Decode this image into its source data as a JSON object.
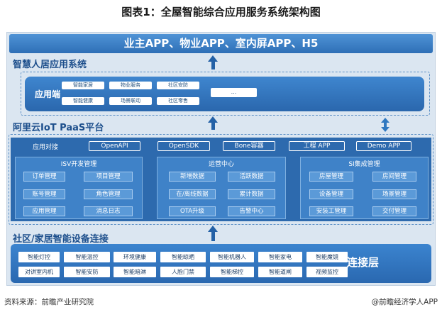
{
  "title": "图表1：全屋智能综合应用服务系统架构图",
  "top_bar": "业主APP、物业APP、室内屏APP、H5",
  "smart_home_label": "智慧人居应用系统",
  "app_layer": {
    "label": "应用端",
    "chips": [
      "智能家居",
      "物业服务",
      "社区安防",
      "智能健康",
      "场景联动",
      "社区零售"
    ],
    "more": "..."
  },
  "paas_label": "阿里云IoT PaaS平台",
  "paas": {
    "row_label": "应用对接",
    "apis": [
      "OpenAPI",
      "OpenSDK",
      "Bone容器",
      "工程 APP",
      "Demo APP"
    ],
    "panels": [
      {
        "title": "ISV开发管理",
        "items": [
          "订单管理",
          "项目管理",
          "账号管理",
          "角色管理",
          "应用管理",
          "消息日志"
        ]
      },
      {
        "title": "运营中心",
        "items": [
          "新增数据",
          "活跃数据",
          "在/离线数据",
          "累计数据",
          "OTA升级",
          "告警中心"
        ]
      },
      {
        "title": "SI集成管理",
        "items": [
          "房屋管理",
          "房间管理",
          "设备管理",
          "场景管理",
          "安装工管理",
          "交付管理"
        ]
      }
    ]
  },
  "device_label": "社区/家居智能设备连接",
  "connection": {
    "label": "连接层",
    "row1": [
      "智能灯控",
      "智能温控",
      "环境健康",
      "智能晾晒",
      "智能机器人",
      "智能家电",
      "智能魔镜"
    ],
    "row2": [
      "对讲室内机",
      "智能安防",
      "智能暗淋",
      "人脸门禁",
      "智能梯控",
      "智能道闸",
      "视频监控"
    ]
  },
  "footer": {
    "source": "资料来源：前瞻产业研究院",
    "brand": "@前瞻经济学人APP"
  },
  "colors": {
    "primary": "#2e6fb6",
    "panel": "#3f82c8",
    "label": "#1d4f8c",
    "background": "#dbe6f1"
  }
}
